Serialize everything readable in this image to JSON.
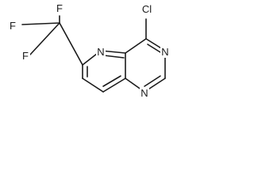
{
  "molecule": {
    "atoms": {
      "cl": "Cl",
      "n_pyridine": "N",
      "n_upper": "N",
      "n_lower": "N",
      "f_top": "F",
      "f_left_top": "F",
      "f_left_bottom": "F"
    },
    "colors": {
      "bond": "#1a1a1a",
      "label": "#1a1a1a",
      "background": "#ffffff"
    }
  }
}
